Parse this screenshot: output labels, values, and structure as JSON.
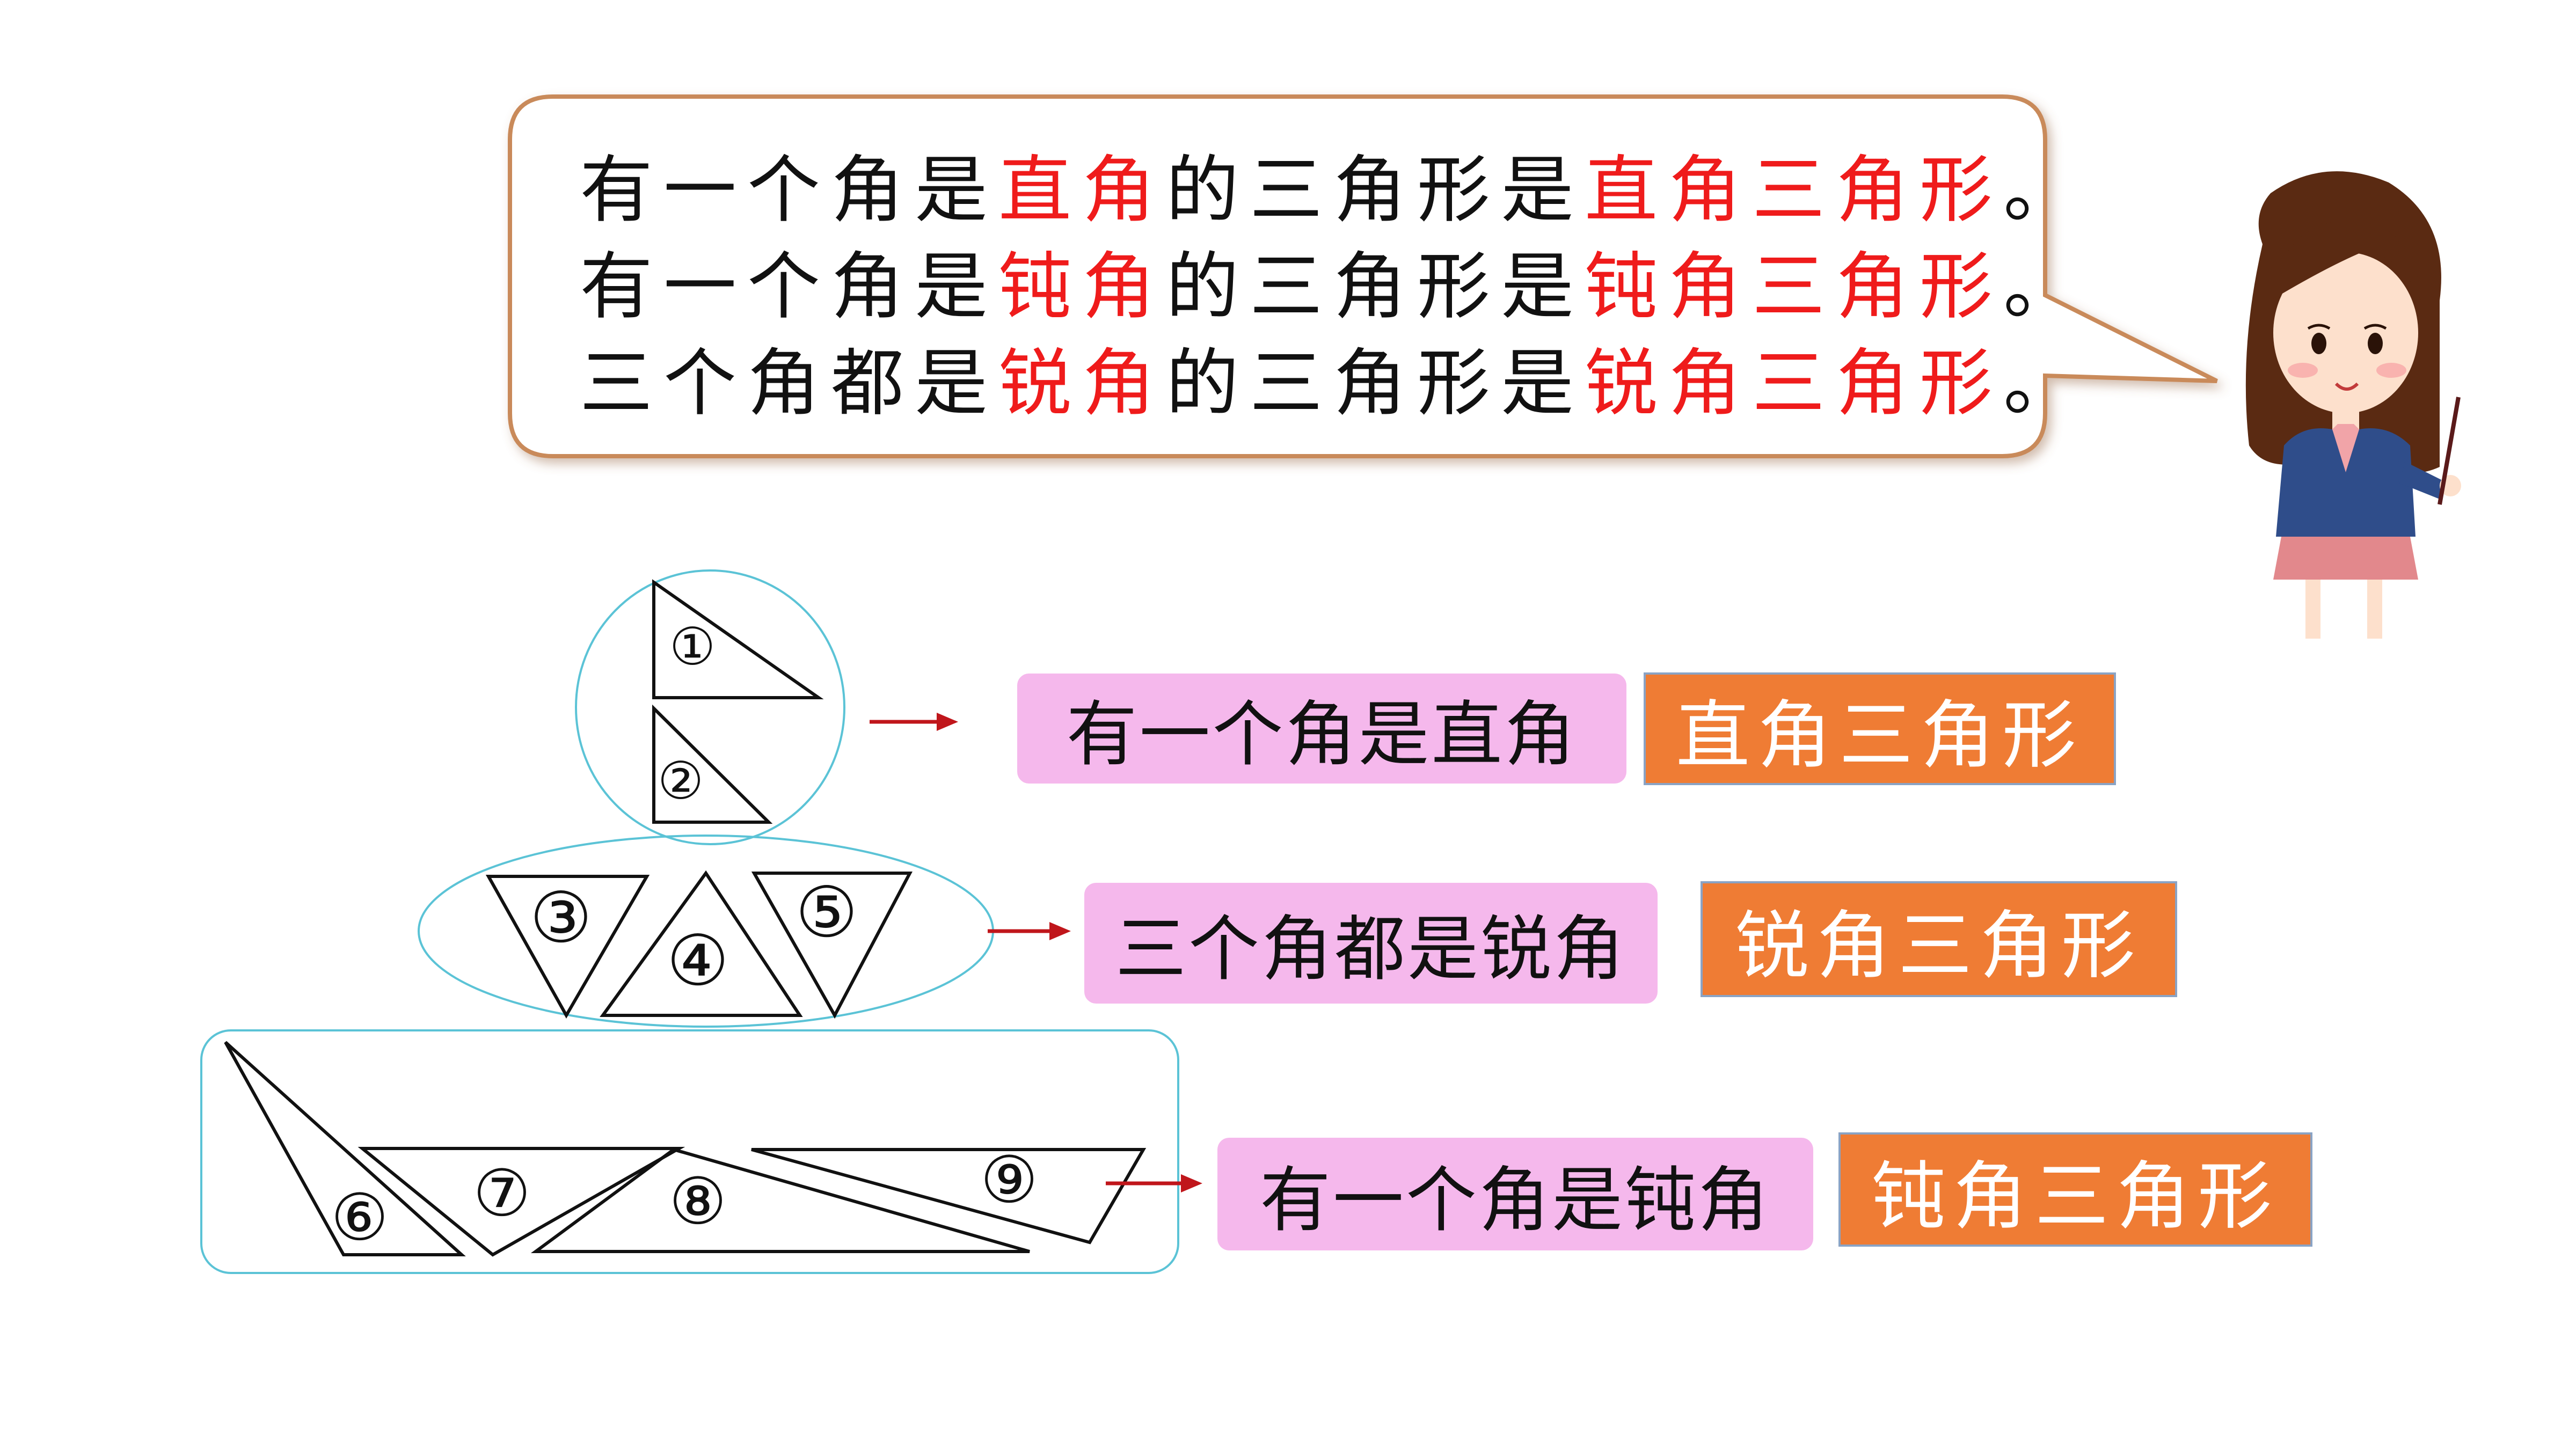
{
  "statements": [
    {
      "parts": [
        {
          "t": "有一个角是",
          "hl": false
        },
        {
          "t": "直角",
          "hl": true
        },
        {
          "t": "的三角形是",
          "hl": false
        },
        {
          "t": "直角三角形",
          "hl": true
        },
        {
          "t": "。",
          "hl": false
        }
      ]
    },
    {
      "parts": [
        {
          "t": "有一个角是",
          "hl": false
        },
        {
          "t": "钝角",
          "hl": true
        },
        {
          "t": "的三角形是",
          "hl": false
        },
        {
          "t": "钝角三角形",
          "hl": true
        },
        {
          "t": "。",
          "hl": false
        }
      ]
    },
    {
      "parts": [
        {
          "t": "三个角都是",
          "hl": false
        },
        {
          "t": "锐角",
          "hl": true
        },
        {
          "t": "的三角形是",
          "hl": false
        },
        {
          "t": "锐角三角形",
          "hl": true
        },
        {
          "t": "。",
          "hl": false
        }
      ]
    }
  ],
  "triangle_labels": [
    "①",
    "②",
    "③",
    "④",
    "⑤",
    "⑥",
    "⑦",
    "⑧",
    "⑨"
  ],
  "rows": [
    {
      "condition": "有一个角是直角",
      "type": "直角三角形"
    },
    {
      "condition": "三个角都是锐角",
      "type": "锐角三角形"
    },
    {
      "condition": "有一个角是钝角",
      "type": "钝角三角形"
    }
  ],
  "colors": {
    "highlight": "#ef1b1b",
    "pill": "#f5b8ec",
    "tag": "#ef7c34",
    "group_outline": "#5bc3d6",
    "arrow": "#c0161b",
    "bubble_border": "#c98a5a"
  }
}
